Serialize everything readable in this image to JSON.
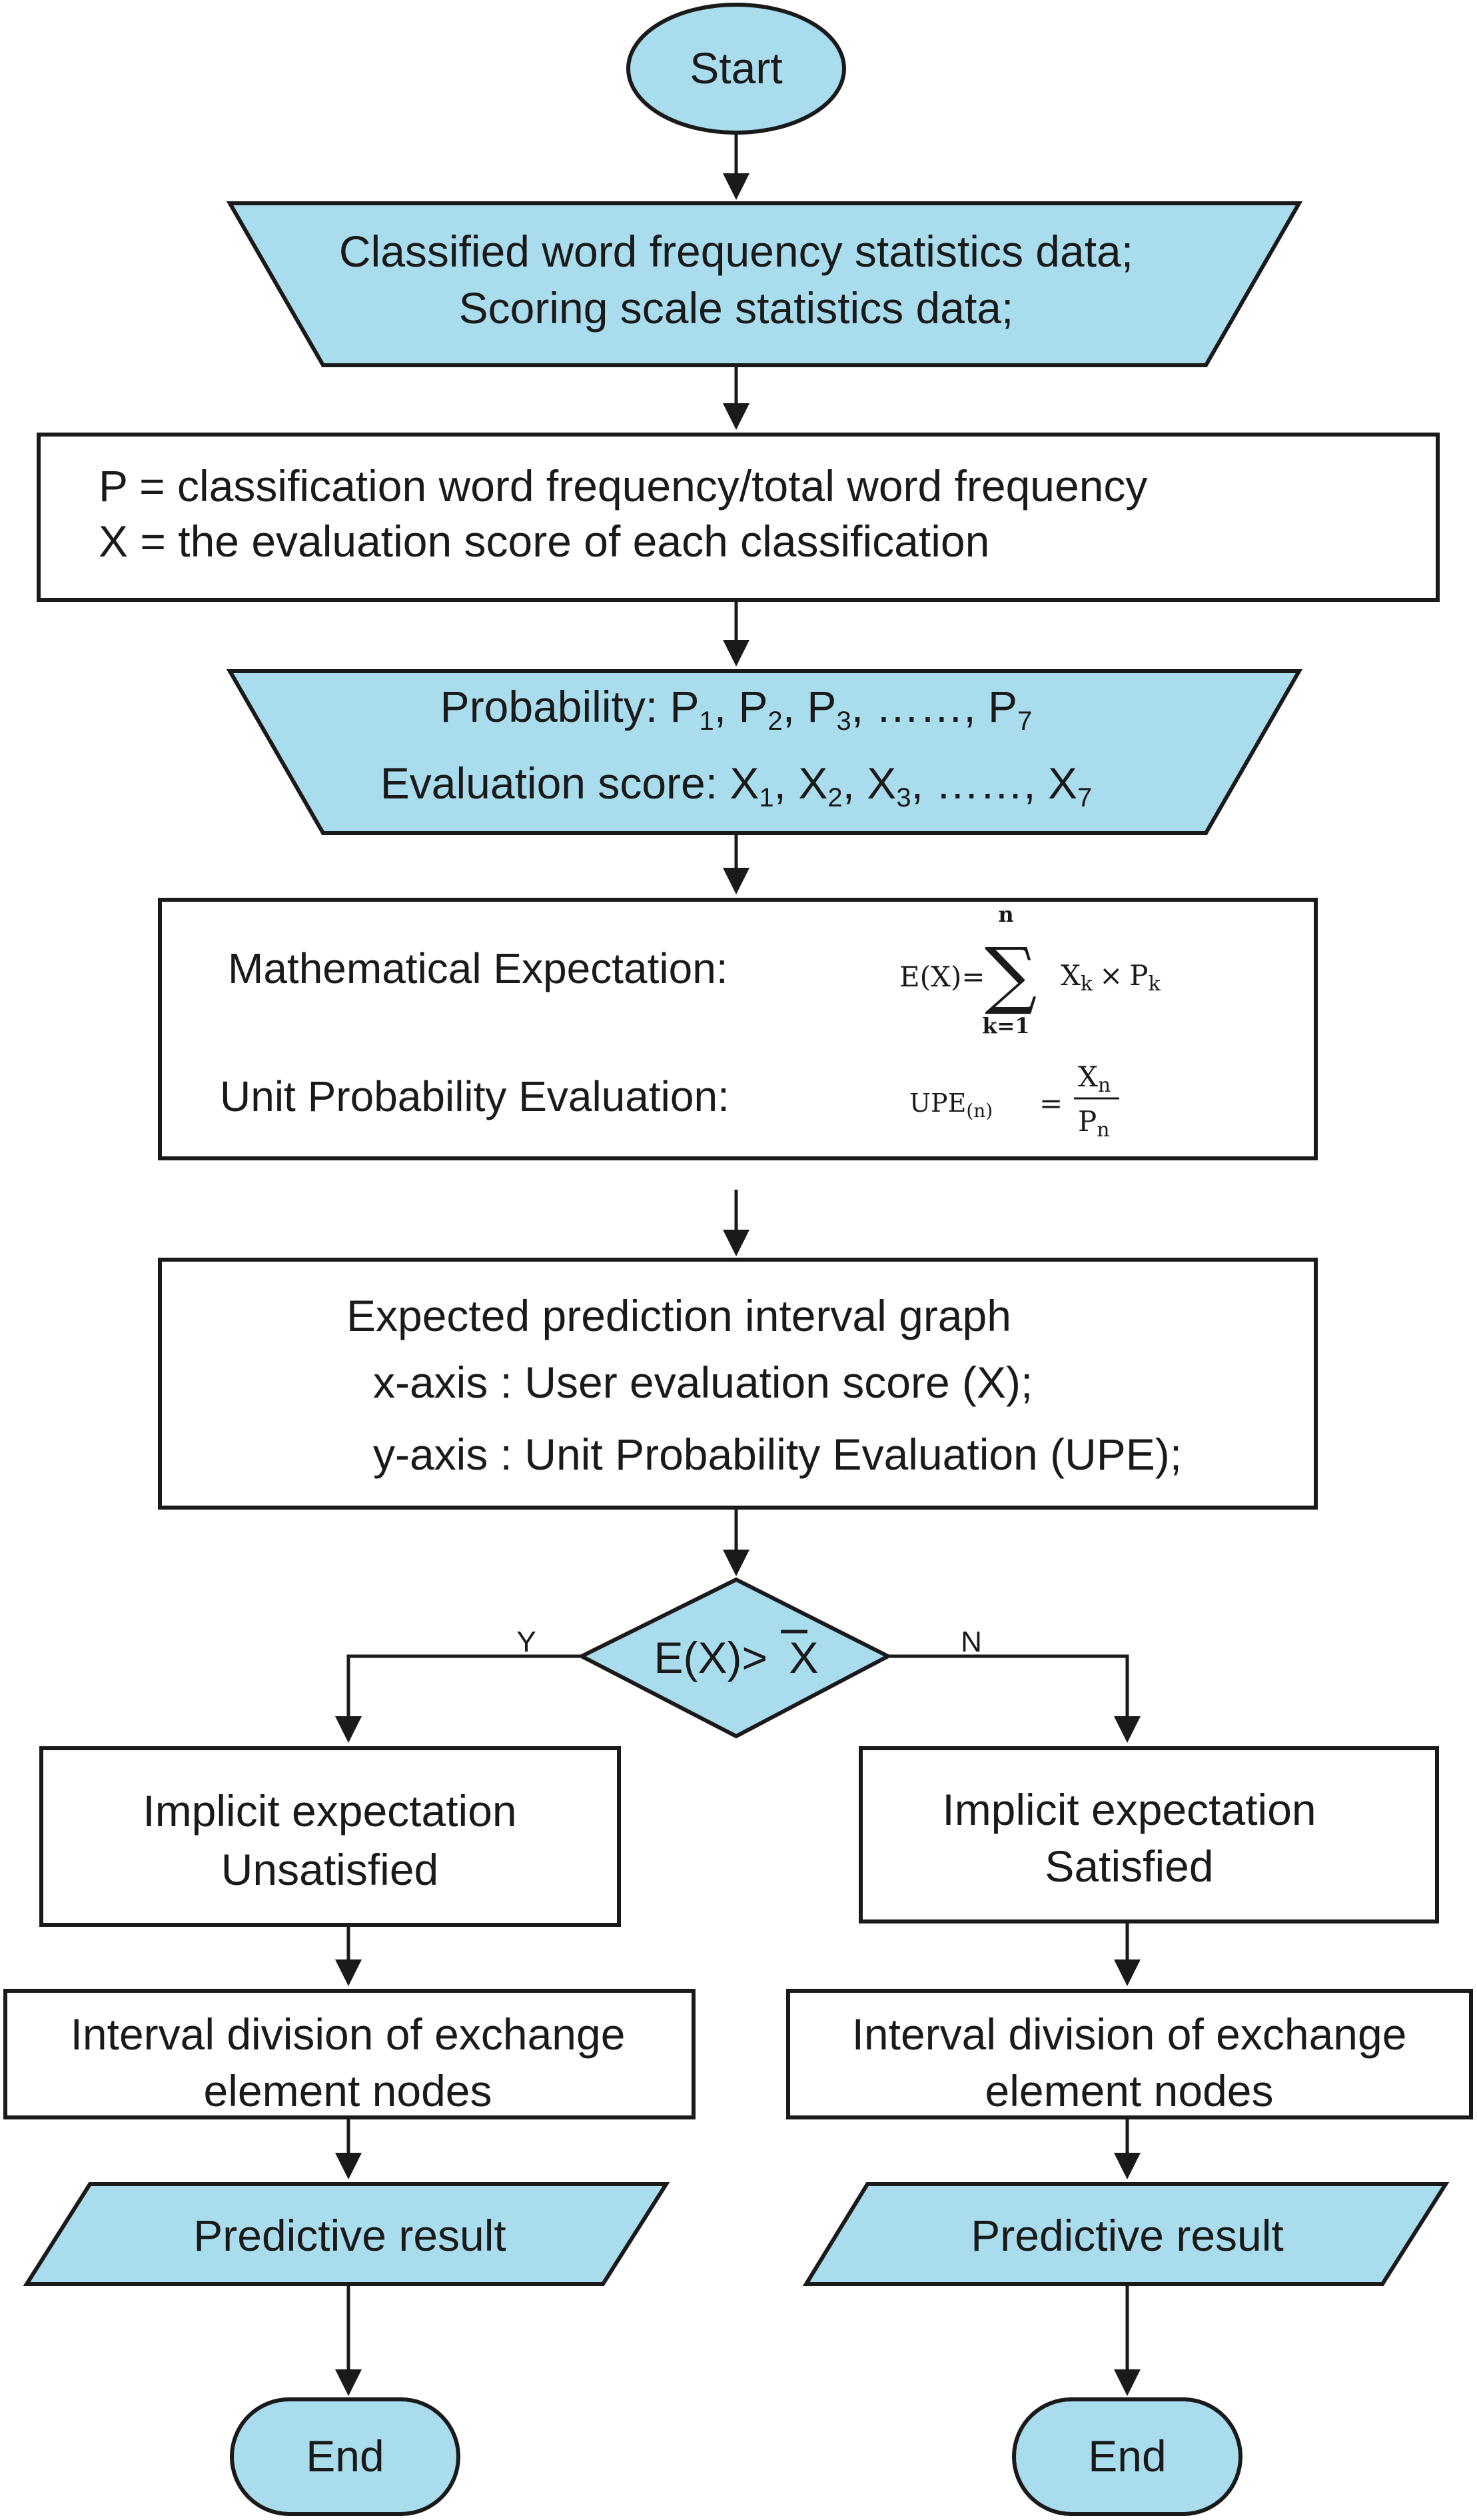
{
  "colors": {
    "accent_fill": "#a9dced",
    "box_fill": "#ffffff",
    "line": "#1a1a1a"
  },
  "nodes": {
    "start": {
      "label": "Start"
    },
    "input_data": {
      "line1": "Classified word frequency statistics data;",
      "line2": "Scoring scale statistics data;"
    },
    "definitions": {
      "line1": "P = classification word frequency/total word frequency",
      "line2": "X = the evaluation score of each classification"
    },
    "probability_data": {
      "prob_label": "Probability: P",
      "score_label": "Evaluation score: X",
      "sub1": "1",
      "sub2": "2",
      "sub3": "3",
      "sub7": "7",
      "sep": ",",
      "ellipsis": "……,"
    },
    "formulas": {
      "expectation_label": "Mathematical Expectation:",
      "upe_label": "Unit Probability Evaluation:",
      "expectation_lhs": "E(X)=",
      "sum_top": "n",
      "sum_bottom": "k=1",
      "sum_term": "X",
      "sum_term_sub": "k",
      "times": "×",
      "sum_term2": "P",
      "sum_term2_sub": "k",
      "upe_lhs": "UPE",
      "upe_lhs_sub": "(n)",
      "eq": "=",
      "upe_num": "X",
      "upe_num_sub": "n",
      "upe_den": "P",
      "upe_den_sub": "n"
    },
    "graph": {
      "line1": "Expected prediction interval graph",
      "line2": "x-axis : User evaluation score (X);",
      "line3": "y-axis : Unit Probability Evaluation (UPE);"
    },
    "decision": {
      "lhs": "E(X)>",
      "rhs": "X"
    },
    "branch_yes": "Y",
    "branch_no": "N",
    "left_expectation": {
      "line1": "Implicit expectation",
      "line2": "Unsatisfied"
    },
    "right_expectation": {
      "line1": "Implicit expectation",
      "line2": "Satisfied"
    },
    "left_interval": {
      "line1": "Interval division of exchange",
      "line2": "element nodes"
    },
    "right_interval": {
      "line1": "Interval division of exchange",
      "line2": "element nodes"
    },
    "left_result": {
      "label": "Predictive result"
    },
    "right_result": {
      "label": "Predictive result"
    },
    "left_end": {
      "label": "End"
    },
    "right_end": {
      "label": "End"
    }
  }
}
